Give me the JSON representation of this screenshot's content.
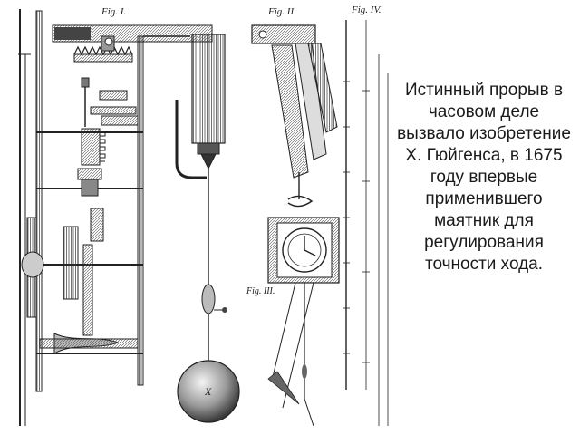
{
  "slide": {
    "caption": "Истинный прорыв в часовом деле вызвало изобретение Х. Гюйгенса, в 1675 году впервые применившего маятник для регулирования точности хода."
  },
  "figure": {
    "fig1_label": "Fig. I.",
    "fig2_label": "Fig. II.",
    "fig3_label": "Fig. III.",
    "fig4_label": "Fig. IV.",
    "bob_letter": "X"
  }
}
